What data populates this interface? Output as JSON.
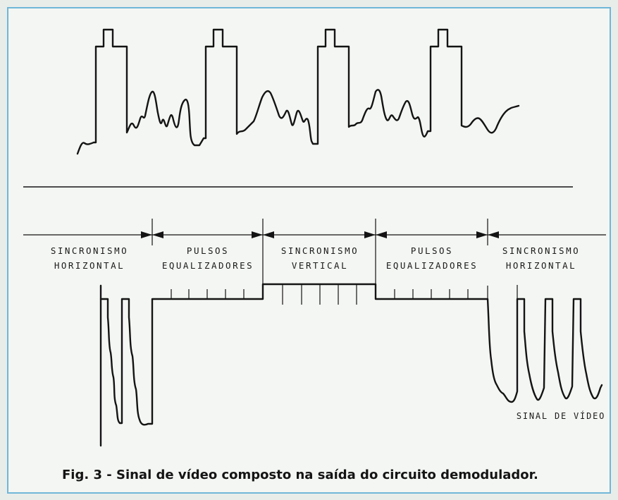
{
  "figure": {
    "caption": "Fig. 3 - Sinal de vídeo composto na saída do circuito demodulador.",
    "sections": [
      {
        "line1": "SINCRONISMO",
        "line2": "HORIZONTAL"
      },
      {
        "line1": "PULSOS",
        "line2": "EQUALIZADORES"
      },
      {
        "line1": "SINCRONISMO",
        "line2": "VERTICAL"
      },
      {
        "line1": "PULSOS",
        "line2": "EQUALIZADORES"
      },
      {
        "line1": "SINCRONISMO",
        "line2": "HORIZONTAL"
      }
    ],
    "video_label": "SINAL DE VÍDEO"
  },
  "colors": {
    "frame_border": "#6fb6d8",
    "panel_background": "#f3f6f2",
    "ink": "#141414"
  }
}
